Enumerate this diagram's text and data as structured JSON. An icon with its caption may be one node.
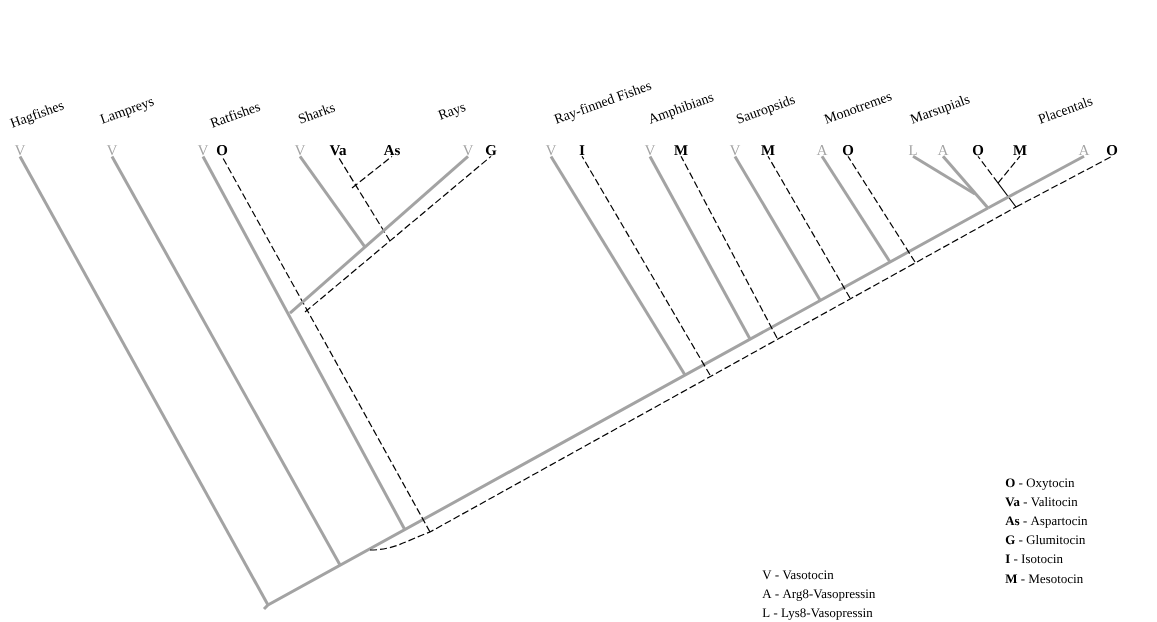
{
  "diagram": {
    "nodes": [
      {
        "text": [
          "V"
        ]
      },
      {
        "text": [
          "V"
        ]
      },
      {
        "text": [
          "V"
        ]
      },
      {
        "text": [
          "O"
        ]
      },
      {
        "text": [
          "V"
        ]
      },
      {
        "text": [
          "Va"
        ]
      },
      {
        "text": [
          "As"
        ]
      },
      {
        "text": [
          "V"
        ]
      },
      {
        "text": [
          "G"
        ]
      },
      {
        "text": [
          "V"
        ]
      },
      {
        "text": [
          "I"
        ]
      },
      {
        "text": [
          "V"
        ]
      },
      {
        "text": [
          "M"
        ]
      },
      {
        "text": [
          "V"
        ]
      },
      {
        "text": [
          "M"
        ]
      },
      {
        "text": [
          "A"
        ]
      },
      {
        "text": [
          "O"
        ]
      },
      {
        "text": [
          "L"
        ]
      },
      {
        "text": [
          "A"
        ]
      },
      {
        "text": [
          "O"
        ]
      },
      {
        "text": [
          "M"
        ]
      },
      {
        "text": [
          "A"
        ]
      },
      {
        "text": [
          "O"
        ]
      }
    ],
    "edges": [
      {
        "from": null,
        "to": 0,
        "arrow": "none"
      },
      {
        "from": null,
        "to": 1,
        "arrow": "none"
      },
      {
        "from": null,
        "to": 2,
        "arrow": "none"
      },
      {
        "from": null,
        "to": 3,
        "arrow": "none",
        "style": "dashed",
        "color": "#000000"
      },
      {
        "from": null,
        "to": 4,
        "arrow": "none"
      },
      {
        "from": null,
        "to": 5,
        "arrow": "none",
        "style": "dashed",
        "color": "#000000"
      },
      {
        "from": null,
        "to": 6,
        "arrow": "none",
        "style": "dashed",
        "color": "#000000"
      },
      {
        "from": null,
        "to": 7,
        "arrow": "none"
      },
      {
        "from": null,
        "to": 8,
        "arrow": "none",
        "style": "dashed",
        "color": "#000000"
      },
      {
        "from": null,
        "to": 9,
        "arrow": "none"
      },
      {
        "from": null,
        "to": 10,
        "arrow": "none",
        "style": "dashed",
        "color": "#000000"
      },
      {
        "from": null,
        "to": 11,
        "arrow": "none"
      },
      {
        "from": null,
        "to": 12,
        "arrow": "none",
        "style": "dashed",
        "color": "#000000"
      },
      {
        "from": null,
        "to": 13,
        "arrow": "none"
      },
      {
        "from": null,
        "to": 14,
        "arrow": "none",
        "style": "dashed",
        "color": "#000000"
      },
      {
        "from": null,
        "to": 15,
        "arrow": "none"
      },
      {
        "from": null,
        "to": 16,
        "arrow": "none",
        "style": "dashed",
        "color": "#000000"
      },
      {
        "from": null,
        "to": 17,
        "arrow": "none"
      },
      {
        "from": null,
        "to": 18,
        "arrow": "none"
      },
      {
        "from": null,
        "to": 19,
        "arrow": "none",
        "style": "dashed",
        "color": "#000000"
      },
      {
        "from": null,
        "to": 20,
        "arrow": "none",
        "style": "dashed",
        "color": "#000000"
      },
      {
        "from": null,
        "to": 21,
        "arrow": "none"
      },
      {
        "from": null,
        "to": 22,
        "arrow": "none",
        "style": "dashed",
        "color": "#000000"
      }
    ],
    "labels": [
      "Hagfishes",
      "Lampreys",
      "Ratfishes",
      "Sharks",
      "Rays",
      "Ray-finned Fishes",
      "Amphibians",
      "Sauropsids",
      "Monotremes",
      "Marsupials",
      "Placentals"
    ],
    "legend": [
      {
        "text": "**O** - Oxytocin"
      },
      {
        "text": "**Va** - Valitocin"
      },
      {
        "text": "**As** - Aspartocin"
      },
      {
        "text": "**G** - Glumitocin"
      },
      {
        "text": "**I** - Isotocin"
      },
      {
        "text": "**M** - Mesotocin"
      },
      {
        "text": "V - Vasotocin"
      },
      {
        "text": "A - Arg8-Vasopressin"
      },
      {
        "text": "L - Lys8-Vasopressin"
      }
    ]
  }
}
